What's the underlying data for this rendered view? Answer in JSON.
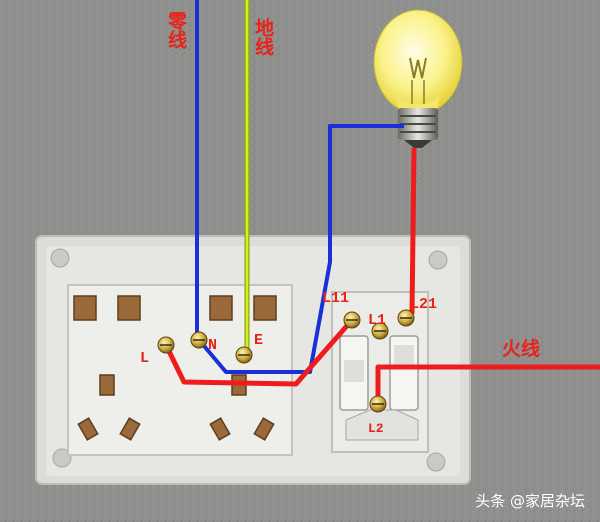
{
  "labels": {
    "neutral_wire": "零线",
    "ground_wire": "地线",
    "live_wire": "火线",
    "socket_l": "L",
    "socket_n": "N",
    "socket_e": "E",
    "switch_l11": "L11",
    "switch_l1": "L1",
    "switch_l21": "L21",
    "switch_l2": "L2"
  },
  "watermark": "头条 @家居杂坛",
  "colors": {
    "neutral_wire": "#1a2fd6",
    "ground_wire": "#c8ee1a",
    "live_wire": "#ee1c1c",
    "label_text": "#e8231c",
    "panel": "#e4e4e1",
    "wall": "#8e8e8c"
  },
  "icons": [
    "light-bulb-icon",
    "socket-outlet-icon",
    "rocker-switch-icon",
    "terminal-screw-icon"
  ]
}
